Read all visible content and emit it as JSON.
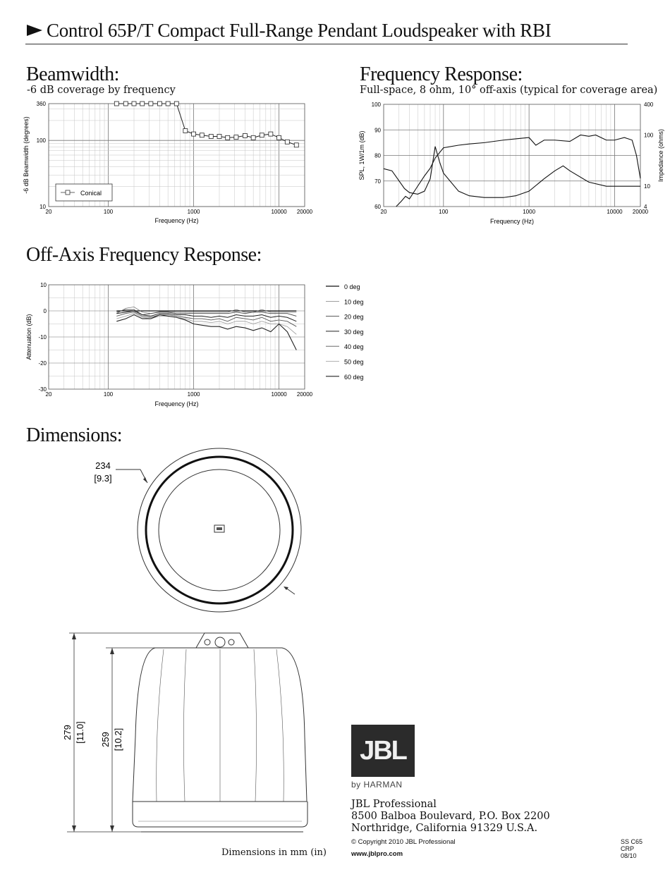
{
  "header": {
    "title": "Control 65P/T Compact Full-Range Pendant Loudspeaker with RBI"
  },
  "beamwidth": {
    "heading": "Beamwidth:",
    "subheading": "-6 dB coverage by frequency",
    "chart_data": {
      "type": "line",
      "title": "",
      "xlabel": "Frequency (Hz)",
      "ylabel": "-6 dB Beamwidth (degrees)",
      "xscale": "log",
      "yscale": "log",
      "xlim": [
        20,
        20000
      ],
      "ylim": [
        10,
        360
      ],
      "x_ticks": [
        "20",
        "100",
        "1000",
        "10000",
        "20000"
      ],
      "y_ticks": [
        "10",
        "100",
        "360"
      ],
      "legend": "bottom-left",
      "series": [
        {
          "name": "Conical",
          "x": [
            125,
            160,
            200,
            250,
            315,
            400,
            500,
            630,
            800,
            1000,
            1250,
            1600,
            2000,
            2500,
            3150,
            4000,
            5000,
            6300,
            8000,
            10000,
            12500,
            16000
          ],
          "y": [
            360,
            360,
            360,
            360,
            360,
            360,
            360,
            360,
            140,
            125,
            120,
            115,
            115,
            110,
            112,
            118,
            110,
            120,
            125,
            110,
            95,
            85
          ]
        }
      ]
    }
  },
  "frequency_response": {
    "heading": "Frequency Response:",
    "subheading": "Full-space, 8 ohm, 10° off-axis (typical for coverage area)",
    "chart_data": {
      "type": "line",
      "title": "",
      "xlabel": "Frequency (Hz)",
      "ylabel": "SPL, 1W/1m (dB)",
      "y2label": "Impedance (ohms)",
      "xscale": "log",
      "xlim": [
        20,
        20000
      ],
      "ylim": [
        60,
        100
      ],
      "y2lim": [
        4,
        400
      ],
      "x_ticks": [
        "20",
        "100",
        "1000",
        "10000",
        "20000"
      ],
      "y_ticks": [
        "60",
        "70",
        "80",
        "90",
        "100"
      ],
      "y2_ticks": [
        "4",
        "10",
        "100",
        "400"
      ],
      "series": [
        {
          "name": "SPL",
          "x": [
            28,
            32,
            36,
            40,
            50,
            60,
            70,
            80,
            100,
            150,
            200,
            300,
            500,
            700,
            1000,
            1200,
            1500,
            2000,
            3000,
            4000,
            5000,
            6000,
            8000,
            10000,
            13000,
            16000,
            18000,
            20000
          ],
          "y": [
            60,
            62,
            64,
            63,
            68,
            72,
            75,
            79,
            83,
            84,
            84.5,
            85,
            86,
            86.5,
            87,
            84,
            86,
            86,
            85.5,
            88,
            87.5,
            88,
            86,
            86,
            87,
            86,
            80,
            71
          ]
        },
        {
          "name": "Impedance",
          "x": [
            20,
            25,
            30,
            35,
            40,
            50,
            60,
            70,
            80,
            90,
            100,
            150,
            200,
            300,
            500,
            700,
            1000,
            1500,
            2000,
            2500,
            3000,
            5000,
            8000,
            10000,
            15000,
            20000
          ],
          "y": [
            22,
            20,
            13,
            9,
            7.5,
            7,
            8,
            14,
            60,
            30,
            18,
            8,
            6.5,
            6,
            6,
            6.5,
            8,
            14,
            20,
            25,
            20,
            12,
            10,
            10,
            10,
            10
          ]
        }
      ]
    }
  },
  "off_axis": {
    "heading": "Off-Axis Frequency Response:",
    "chart_data": {
      "type": "line",
      "title": "",
      "xlabel": "Frequency (Hz)",
      "ylabel": "Attenuation (dB)",
      "xscale": "log",
      "xlim": [
        20,
        20000
      ],
      "ylim": [
        -30,
        10
      ],
      "x_ticks": [
        "20",
        "100",
        "1000",
        "10000",
        "20000"
      ],
      "y_ticks": [
        "10",
        "0",
        "-10",
        "-20",
        "-30"
      ],
      "legend": "right",
      "x": [
        125,
        160,
        200,
        250,
        315,
        400,
        500,
        630,
        800,
        1000,
        1250,
        1600,
        2000,
        2500,
        3150,
        4000,
        5000,
        6300,
        8000,
        10000,
        12500,
        16000
      ],
      "series": [
        {
          "name": "0 deg",
          "values": [
            0,
            0,
            0,
            0,
            0,
            0,
            0,
            0,
            0,
            0,
            0,
            0,
            0,
            0,
            0,
            0,
            0,
            0,
            0,
            0,
            0,
            0
          ]
        },
        {
          "name": "10 deg",
          "values": [
            -1,
            1,
            1.5,
            -0.5,
            -1,
            -0.3,
            -0.3,
            -0.5,
            -0.5,
            -0.5,
            -0.5,
            -0.5,
            -0.5,
            -0.5,
            0.5,
            -0.5,
            -0.5,
            0.5,
            -0.5,
            -0.5,
            -0.5,
            -0.5
          ]
        },
        {
          "name": "20 deg",
          "values": [
            -0.5,
            0.5,
            0.5,
            -1.5,
            -1,
            -0.5,
            -0.5,
            -1,
            -1,
            -1,
            -1,
            -1,
            -1,
            -1,
            -0.5,
            -1,
            -0.5,
            -0.5,
            -1,
            -1,
            -1,
            -2
          ]
        },
        {
          "name": "30 deg",
          "values": [
            -1,
            -0.5,
            0,
            -1.5,
            -2,
            -1,
            -1,
            -1.5,
            -1.5,
            -2,
            -2,
            -2.5,
            -2,
            -2.5,
            -1.5,
            -2,
            -2,
            -1.5,
            -2.5,
            -2,
            -2.5,
            -4
          ]
        },
        {
          "name": "40 deg",
          "values": [
            -2,
            -1,
            -0.5,
            -2,
            -2.5,
            -1.5,
            -1.5,
            -2,
            -2.5,
            -3,
            -3,
            -3.5,
            -3,
            -4,
            -2.5,
            -3,
            -3.5,
            -2.5,
            -4,
            -3.5,
            -4,
            -6
          ]
        },
        {
          "name": "50 deg",
          "values": [
            -3,
            -2,
            -1,
            -2.5,
            -3,
            -2,
            -2,
            -2.5,
            -3,
            -4,
            -4,
            -4.5,
            -4,
            -5,
            -4,
            -4,
            -5,
            -4,
            -5,
            -5,
            -6,
            -9
          ]
        },
        {
          "name": "60 deg",
          "values": [
            -4,
            -3,
            -1.5,
            -3,
            -3,
            -1.5,
            -2,
            -2.5,
            -3.5,
            -5,
            -5.5,
            -6,
            -6,
            -7,
            -6,
            -6.5,
            -7.5,
            -6.5,
            -8,
            -5,
            -8,
            -15
          ]
        }
      ]
    }
  },
  "dimensions": {
    "heading": "Dimensions:",
    "diameter_mm": "234",
    "diameter_in": "[9.3]",
    "height_total_mm": "279",
    "height_total_in": "[11.0]",
    "height_body_mm": "259",
    "height_body_in": "[10.2]",
    "caption": "Dimensions in mm (in)"
  },
  "footer": {
    "logo_text": "JBL",
    "by_harman": "by HARMAN",
    "company": "JBL Professional",
    "address1": "8500 Balboa Boulevard, P.O. Box 2200",
    "address2": "Northridge, California 91329 U.S.A.",
    "copyright": "© Copyright 2010 JBL Professional",
    "website": "www.jblpro.com",
    "code1": "SS C65",
    "code2": "CRP",
    "code3": "08/10"
  }
}
